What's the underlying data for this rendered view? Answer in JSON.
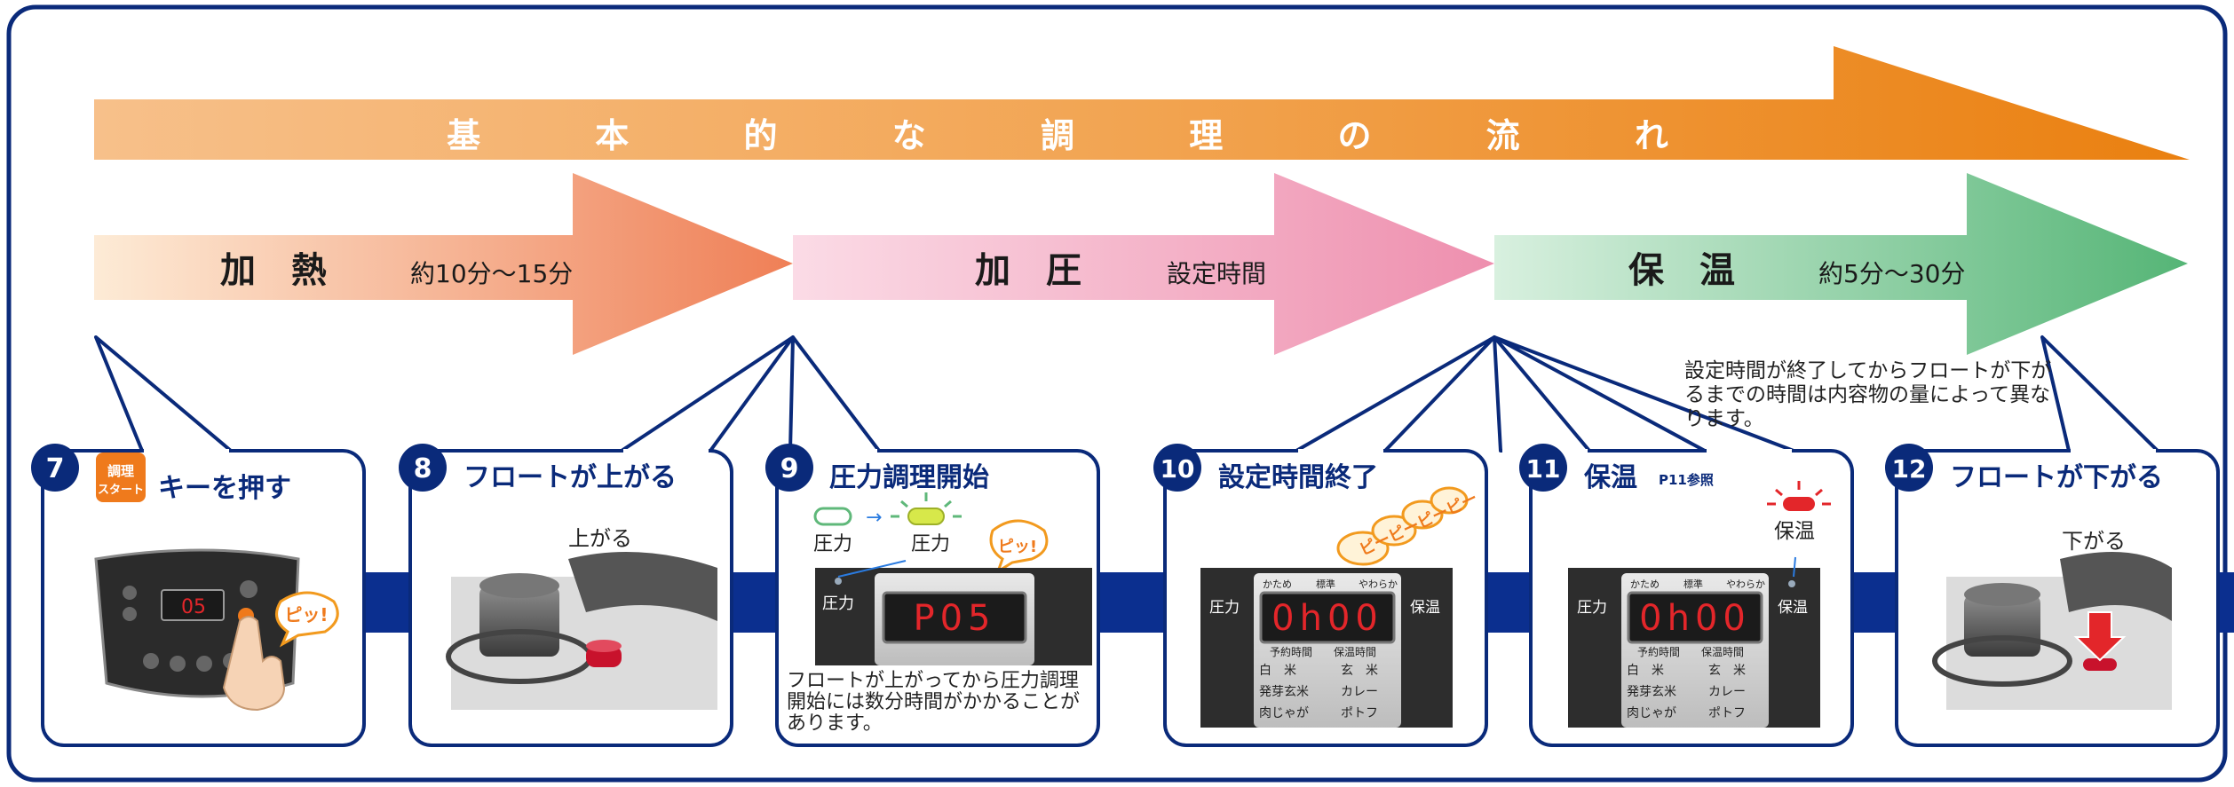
{
  "title": "基 本 的 な 調 理 の 流 れ",
  "phases": [
    {
      "name": "加　熱",
      "duration": "約10分〜15分"
    },
    {
      "name": "加　圧",
      "duration": "設定時間"
    },
    {
      "name": "保　温",
      "duration": "約5分〜30分"
    }
  ],
  "note": "設定時間が終了してからフロートが下がるまでの時間は内容物の量によって異なります。",
  "steps": [
    {
      "num": "7",
      "title": "キーを押す",
      "key_label_1": "調理",
      "key_label_2": "スタート",
      "pip": "ピッ!",
      "display": "05"
    },
    {
      "num": "8",
      "title": "フロートが上がる",
      "caption": "上がる"
    },
    {
      "num": "9",
      "title": "圧力調理開始",
      "lamp_off": "圧力",
      "lamp_on": "圧力",
      "pip": "ピッ!",
      "left_label": "圧力",
      "display": "P05",
      "note": "フロートが上がってから圧力調理開始には数分時間がかかることがあります。"
    },
    {
      "num": "10",
      "title": "設定時間終了",
      "beep": "ピーピーピーピー",
      "left_label": "圧力",
      "right_label": "保温",
      "display": "0h00",
      "modes": [
        "かため",
        "標準",
        "やわらか"
      ],
      "menu": [
        "白　米",
        "玄　米",
        "発芽玄米",
        "カレー",
        "肉じゃが",
        "ポトフ"
      ],
      "sub_labels": [
        "予約時間",
        "保温時間"
      ]
    },
    {
      "num": "11",
      "title": "保温",
      "ref": "P11参照",
      "lamp_label": "保温",
      "left_label": "圧力",
      "right_label": "保温",
      "display": "0h00",
      "modes": [
        "かため",
        "標準",
        "やわらか"
      ],
      "menu": [
        "白　米",
        "玄　米",
        "発芽玄米",
        "カレー",
        "肉じゃが",
        "ポトフ"
      ],
      "sub_labels": [
        "予約時間",
        "保温時間"
      ]
    },
    {
      "num": "12",
      "title": "フロートが下がる",
      "caption": "下がる"
    }
  ],
  "colors": {
    "frame": "#0a2a7a",
    "band": "#0b2f8f",
    "orange": "#ef8a2a",
    "pink": "#ee8fae",
    "green": "#5fb87a",
    "lcd_red": "#e3262a"
  }
}
